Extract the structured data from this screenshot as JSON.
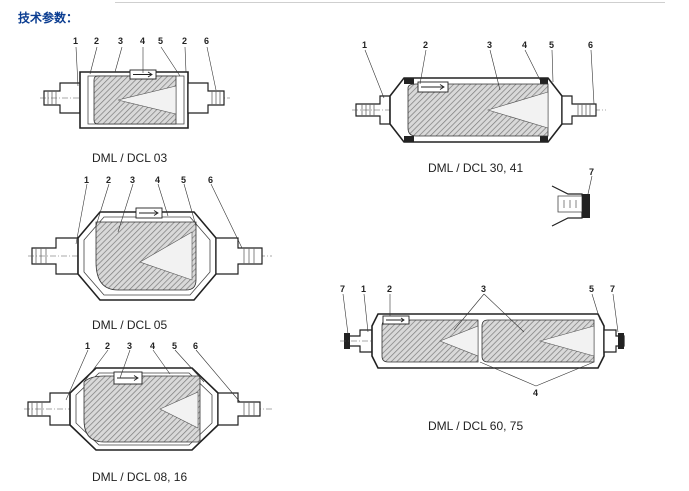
{
  "header": {
    "title": "技术参数："
  },
  "captions": {
    "d03": "DML / DCL 03",
    "d05": "DML / DCL 05",
    "d0816": "DML / DCL 08, 16",
    "d3041": "DML / DCL 30, 41",
    "d6075": "DML / DCL 60, 75"
  },
  "callouts": {
    "d03": [
      "1",
      "2",
      "3",
      "4",
      "5",
      "2",
      "6"
    ],
    "d05": [
      "1",
      "2",
      "3",
      "4",
      "5",
      "6"
    ],
    "d0816": [
      "1",
      "2",
      "3",
      "4",
      "5",
      "6"
    ],
    "d3041": [
      "1",
      "2",
      "3",
      "4",
      "5",
      "6"
    ],
    "d7": [
      "7"
    ],
    "d6075_top": [
      "7",
      "1",
      "2",
      "3",
      "5",
      "7"
    ],
    "d6075_bottom": [
      "4"
    ]
  }
}
